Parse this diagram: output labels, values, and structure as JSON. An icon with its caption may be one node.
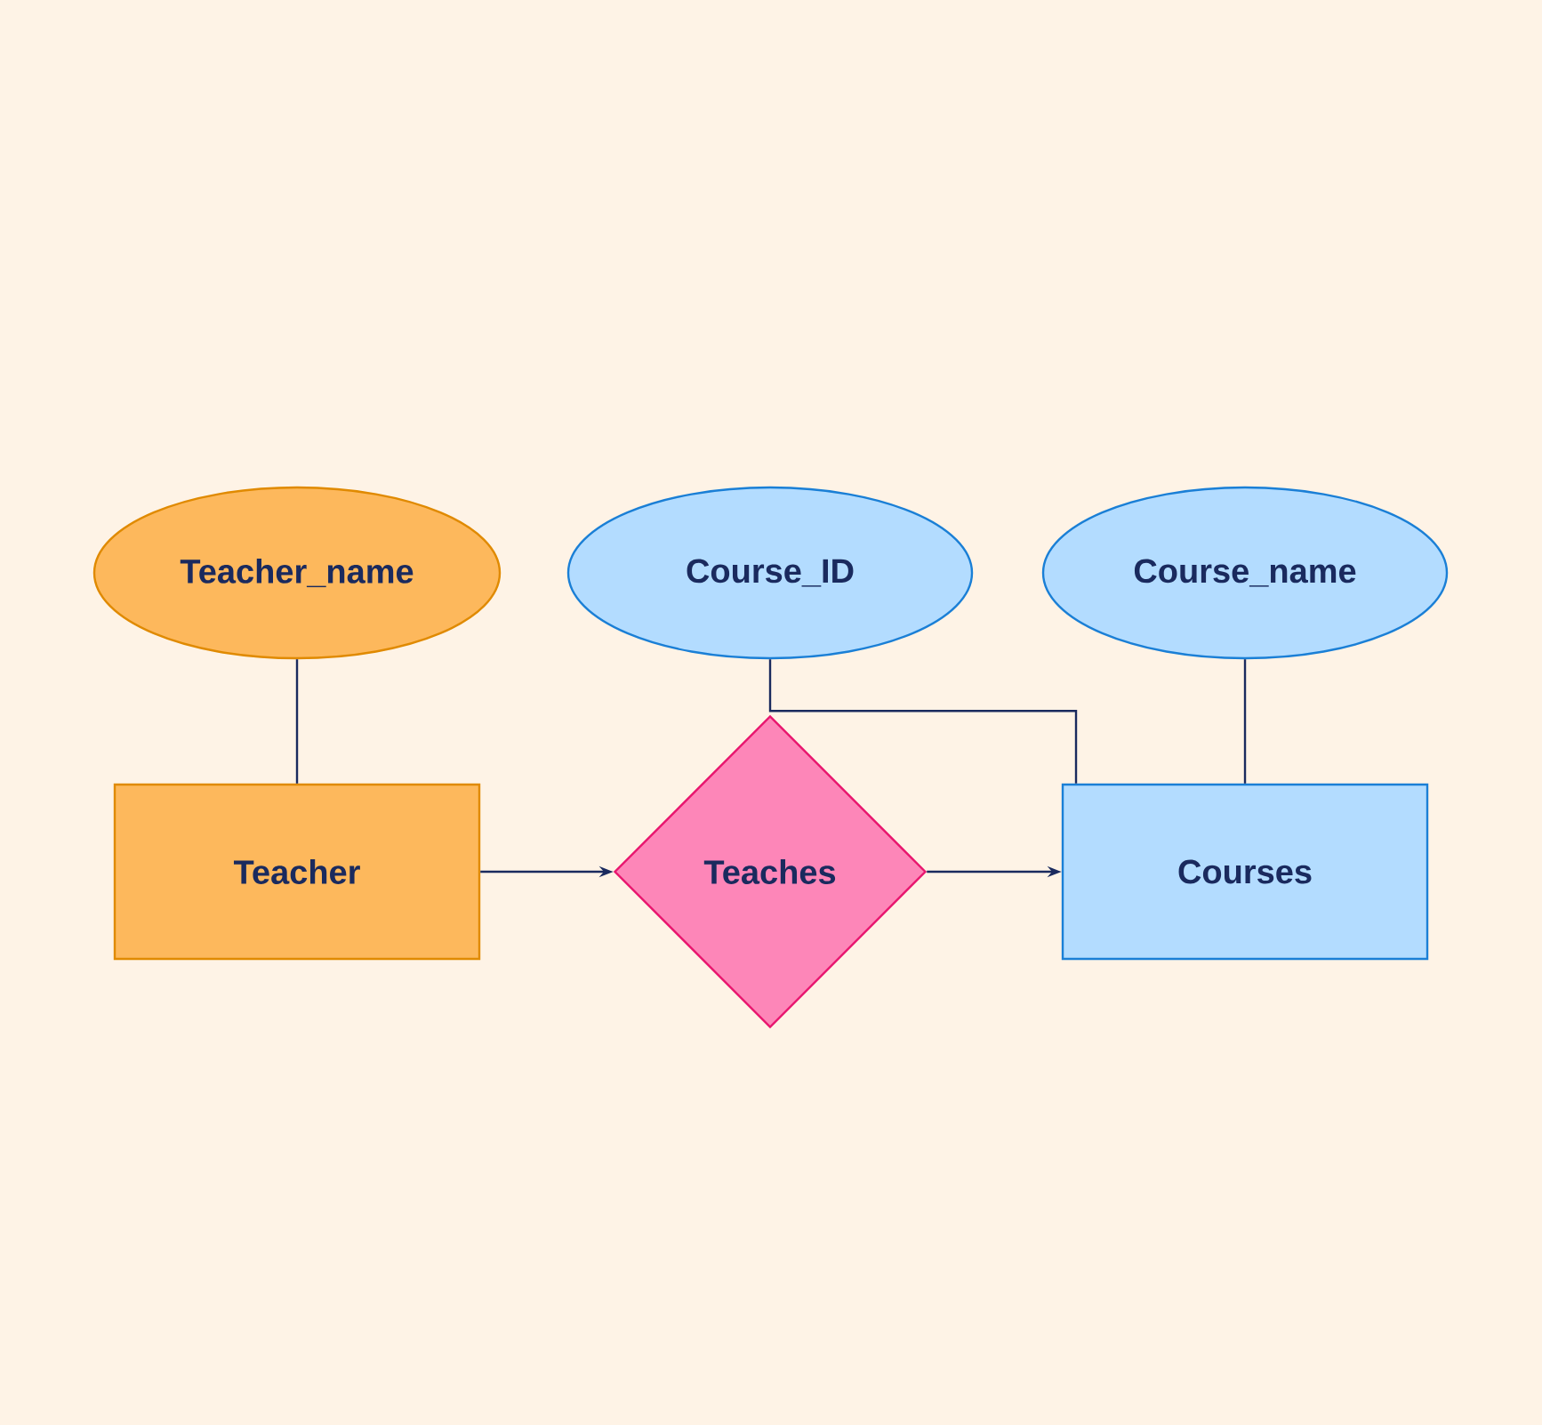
{
  "diagram": {
    "nodes": [
      {
        "text": [
          "Teacher_name"
        ]
      },
      {
        "text": [
          "Course_ID"
        ]
      },
      {
        "text": [
          "Course_name"
        ]
      },
      {
        "text": [
          "Teacher"
        ]
      },
      {
        "text": [
          "Teaches"
        ]
      },
      {
        "text": [
          "Courses"
        ]
      }
    ],
    "edges": [
      {
        "from": 0,
        "to": 3,
        "arrow": "none"
      },
      {
        "from": 1,
        "to": 5,
        "arrow": "none"
      },
      {
        "from": 2,
        "to": 5,
        "arrow": "none"
      },
      {
        "from": 3,
        "to": 4,
        "arrow": "to"
      },
      {
        "from": 4,
        "to": 5,
        "arrow": "to"
      }
    ]
  }
}
